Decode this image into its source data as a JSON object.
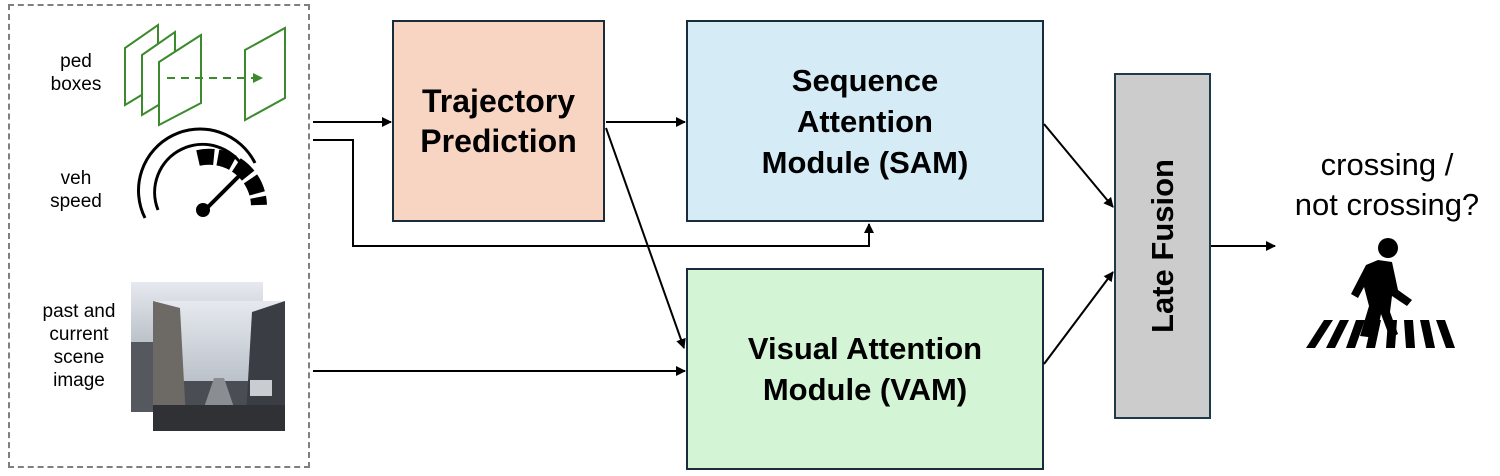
{
  "inputs": {
    "ped_boxes_label": "ped\nboxes",
    "veh_speed_label": "veh\nspeed",
    "scene_label": "past and\ncurrent\nscene\nimage"
  },
  "modules": {
    "trajectory": "Trajectory\nPrediction",
    "sam": "Sequence\nAttention\nModule (SAM)",
    "vam": "Visual Attention\nModule (VAM)",
    "fusion": "Late Fusion"
  },
  "output": {
    "question": "crossing /\nnot crossing?"
  },
  "colors": {
    "trajectory_fill": "#f8d5c3",
    "sam_fill": "#d5ebf6",
    "vam_fill": "#d4f4d6",
    "fusion_fill": "#cccccc",
    "ped_box_stroke": "#3c8a2e"
  },
  "icons": {
    "ped_boxes": "bounding-box-frames-icon",
    "speed": "speedometer-icon",
    "scene": "scene-image-stack-icon",
    "pedestrian": "pedestrian-crossing-icon"
  }
}
